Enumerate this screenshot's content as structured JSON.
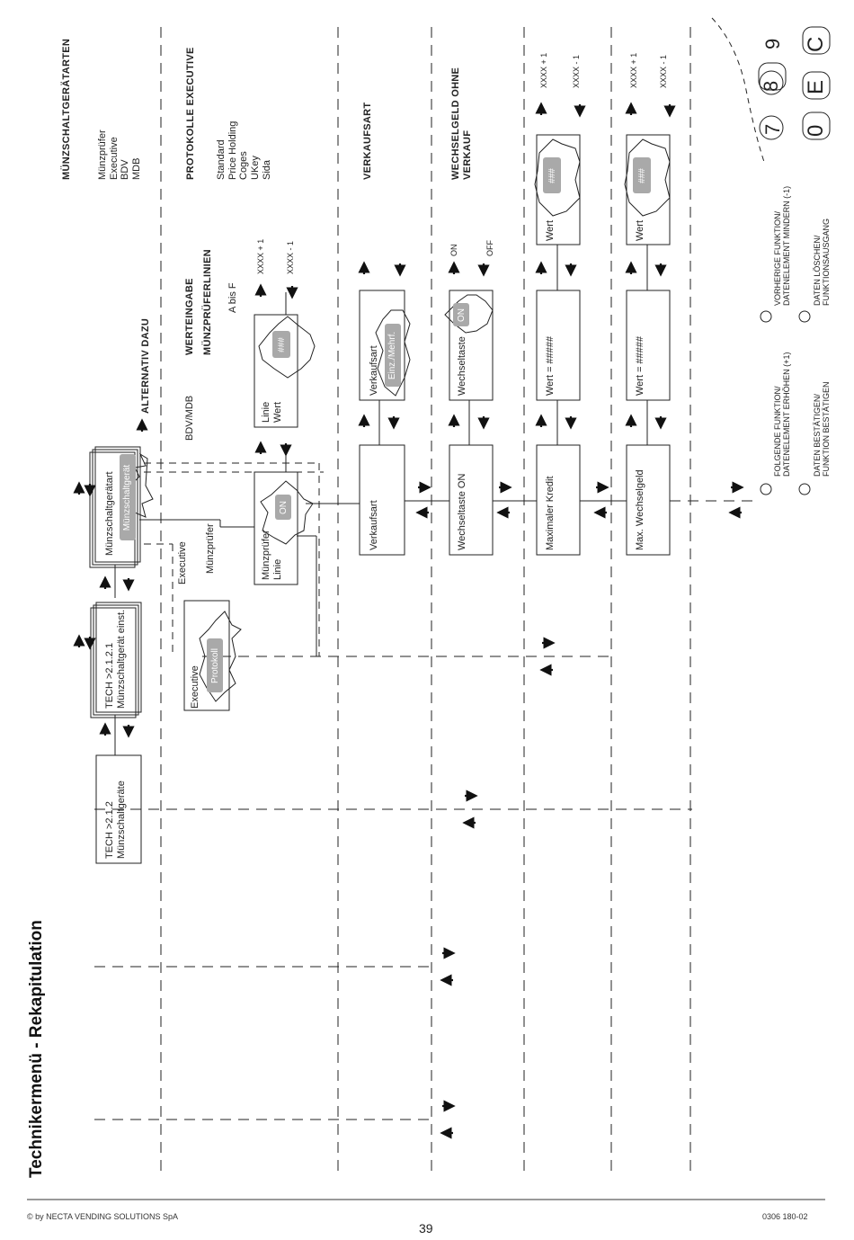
{
  "title": "Technikermenü - Rekapitulation",
  "footer": {
    "copyright": "© by NECTA VENDING SOLUTIONS SpA",
    "page": "39",
    "code": "0306 180-02"
  },
  "boxes": {
    "tech_212": [
      "TECH >2.1.2",
      "Münzschaltgeräte"
    ],
    "tech_2121": [
      "TECH >2.1.2.1",
      "Münzschaltgerät einst."
    ],
    "muenzschaltgeraetart": "Münzschaltgerätart",
    "muenzschaltgeraet_value": "Münzschaltgerät",
    "executive_label": "Executive",
    "protokoll_value": "Protokoll",
    "muenzpruefer_linie": [
      "Münzprüfer",
      "Linie"
    ],
    "on_value": "ON",
    "linie_wert": [
      "Linie",
      "Wert"
    ],
    "hash3": "###",
    "verkaufsart": "Verkaufsart",
    "verkaufsart_edit": "Verkaufsart",
    "einz_mehrf": "Einz./Mehrf.",
    "wechseltaste_on": "Wechseltaste ON",
    "wechseltaste": "Wechseltaste",
    "maximaler_kredit": "Maximaler Kredit",
    "wert_hash": "Wert = #####",
    "wert": "Wert",
    "max_wechselgeld": "Max. Wechselgeld"
  },
  "labels": {
    "executive": "Executive",
    "muenzpruefer": "Münzprüfer",
    "bdv_mdb": "BDV/MDB",
    "alternativ": "ALTERNATIV DAZU",
    "werteingabe": "WERTEINGABE",
    "muenzprueferlinien": "MÜNZPRÜFERLINIEN",
    "a_bis_f": "A bis F",
    "xxxx_plus": "XXXX + 1",
    "xxxx_minus": "XXXX - 1",
    "on": "ON",
    "off": "OFF"
  },
  "headings": {
    "muenzschaltgeraetarten": "MÜNZSCHALTGERÄTARTEN",
    "muenz_list": [
      "Münzprüfer",
      "Executive",
      "BDV",
      "MDB"
    ],
    "protokolle": "PROTOKOLLE EXECUTIVE",
    "proto_list": [
      "Standard",
      "Price Holding",
      "Coges",
      "UKey",
      "Sida"
    ],
    "verkaufsart": "VERKAUFSART",
    "wechselgeld_1": "WECHSELGELD OHNE",
    "wechselgeld_2": "VERKAUF"
  },
  "legend": {
    "next_1": "FOLGENDE FUNKTION/",
    "next_2": "DATENELEMENT ERHÖHEN (+1)",
    "prev_1": "VORHERIGE FUNKTION/",
    "prev_2": "DATENELEMENT MINDERN (-1)",
    "confirm_1": "DATEN BESTÄTIGEN/",
    "confirm_2": "FUNKTION BESTÄTIGEN",
    "clear_1": "DATEN LÖSCHEN/",
    "clear_2": "FUNKTIONSAUSGANG",
    "key_0": "0",
    "key_8": "8",
    "key_9": "9",
    "key_e": "E",
    "key_c": "C",
    "key_7": "7"
  }
}
